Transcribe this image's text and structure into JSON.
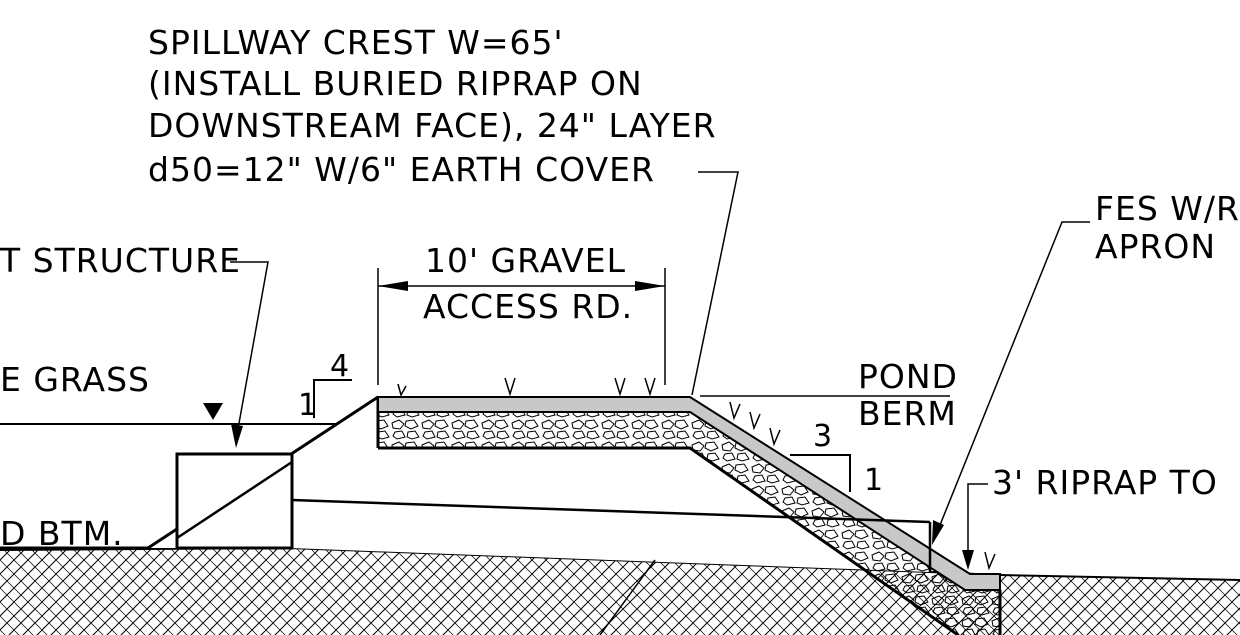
{
  "title_callout": {
    "lines": [
      "SPILLWAY CREST W=65'",
      "(INSTALL BURIED RIPRAP ON",
      "DOWNSTREAM FACE), 24\" LAYER",
      "d50=12\" W/6\" EARTH COVER"
    ]
  },
  "labels": {
    "structure": "T STRUCTURE",
    "grass": "E GRASS",
    "pond_btm": "D BTM.",
    "gravel_line1": "10' GRAVEL",
    "gravel_line2": "ACCESS RD.",
    "pond_line1": "POND",
    "pond_line2": "BERM",
    "fes_line1": "FES W/R",
    "fes_line2": "APRON",
    "riprap_toe": "3' RIPRAP TO",
    "slope_upstream_run": "4",
    "slope_upstream_rise": "1",
    "slope_downstream_run": "3",
    "slope_downstream_rise": "1"
  },
  "colors": {
    "line": "#000000",
    "cover": "#c8c8c8",
    "background": "#ffffff"
  }
}
